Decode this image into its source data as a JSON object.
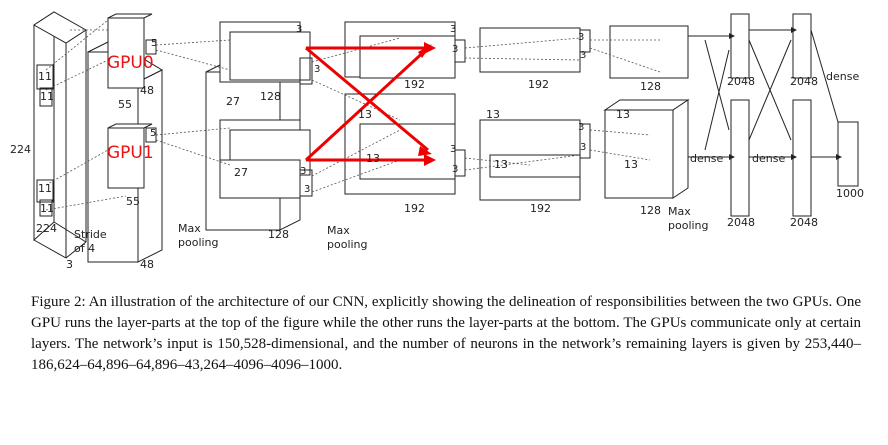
{
  "figure": {
    "gpu_labels": [
      "GPU0",
      "GPU1"
    ],
    "input": {
      "size": "224",
      "kernel": "11",
      "stride_text": "Stride\nof 4",
      "channels": "3"
    },
    "conv1": {
      "dims": [
        "55",
        "5",
        "48",
        "5",
        "55",
        "48"
      ]
    },
    "conv2": {
      "dims": [
        "27",
        "3",
        "3",
        "128",
        "27",
        "3",
        "3",
        "128"
      ]
    },
    "conv3": {
      "dims": [
        "13",
        "3",
        "3",
        "192",
        "13",
        "3",
        "3",
        "192"
      ]
    },
    "conv4": {
      "dims": [
        "3",
        "3",
        "192",
        "13",
        "3",
        "3",
        "13",
        "192"
      ]
    },
    "conv5": {
      "dims": [
        "128",
        "13",
        "13",
        "128"
      ]
    },
    "pool_labels": [
      "Max\npooling",
      "Max\npooling",
      "Max\npooling"
    ],
    "fc": {
      "units": [
        "2048",
        "2048",
        "2048",
        "2048"
      ],
      "output": "1000",
      "dense_labels": [
        "dense",
        "dense",
        "dense"
      ]
    }
  },
  "caption": {
    "title": "Figure 2:",
    "text": " An illustration of the architecture of our CNN, explicitly showing the delineation of responsibilities between the two GPUs. One GPU runs the layer-parts at the top of the figure while the other runs the layer-parts at the bottom. The GPUs communicate only at certain layers. The network’s input is 150,528-dimensional, and the number of neurons in the network’s remaining layers is given by 253,440–186,624–64,896–64,896–43,264–4096–4096–1000."
  }
}
